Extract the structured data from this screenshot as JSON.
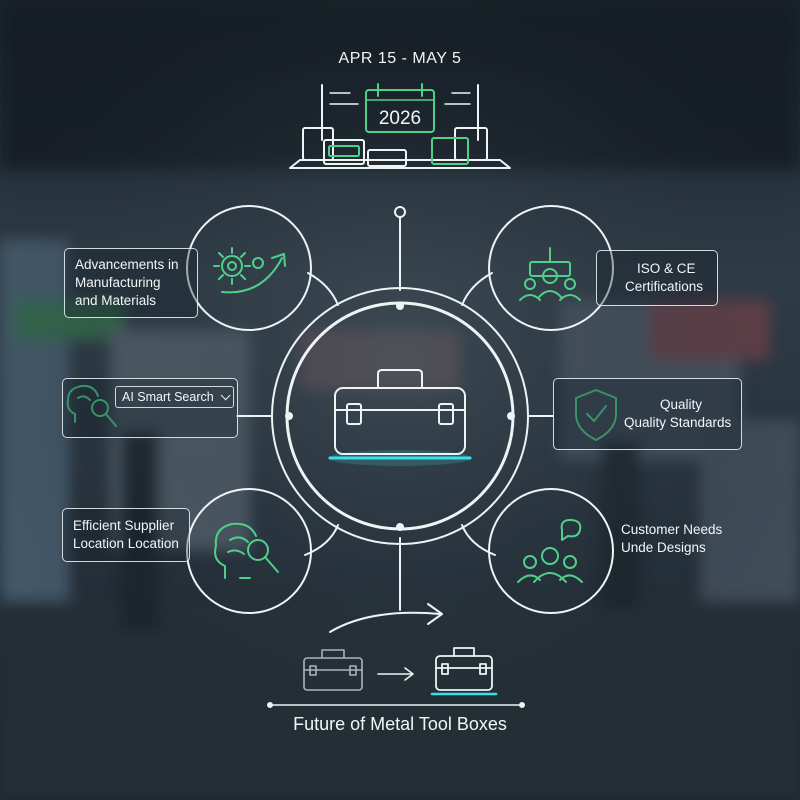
{
  "header": {
    "date_range": "APR 15 - MAY 5",
    "year": "2026"
  },
  "left_topics": [
    {
      "lines": [
        "Advancements in",
        "Manufacturing",
        "and Materials"
      ],
      "icon": "gear-arrow-icon"
    },
    {
      "lines": [
        "AI Smart Search"
      ],
      "icon": "ai-brain-search-icon",
      "has_dropdown": true
    },
    {
      "lines": [
        "Efficient Supplier",
        "Location Location"
      ],
      "icon": "brain-search-icon"
    }
  ],
  "right_topics": [
    {
      "lines": [
        "ISO & CE",
        "Certifications"
      ],
      "icon": "team-certification-icon"
    },
    {
      "lines": [
        "Quality",
        "Quality Standards"
      ],
      "icon": "shield-check-icon"
    },
    {
      "lines": [
        "Customer Needs",
        "Unde Designs"
      ],
      "icon": "customer-group-icon"
    }
  ],
  "center": {
    "icon": "toolbox-icon"
  },
  "footer": {
    "caption": "Future of Metal Tool Boxes"
  },
  "colors": {
    "accent_green": "#4fd08a",
    "accent_cyan": "#39e0e8",
    "line": "#eef4f6"
  }
}
